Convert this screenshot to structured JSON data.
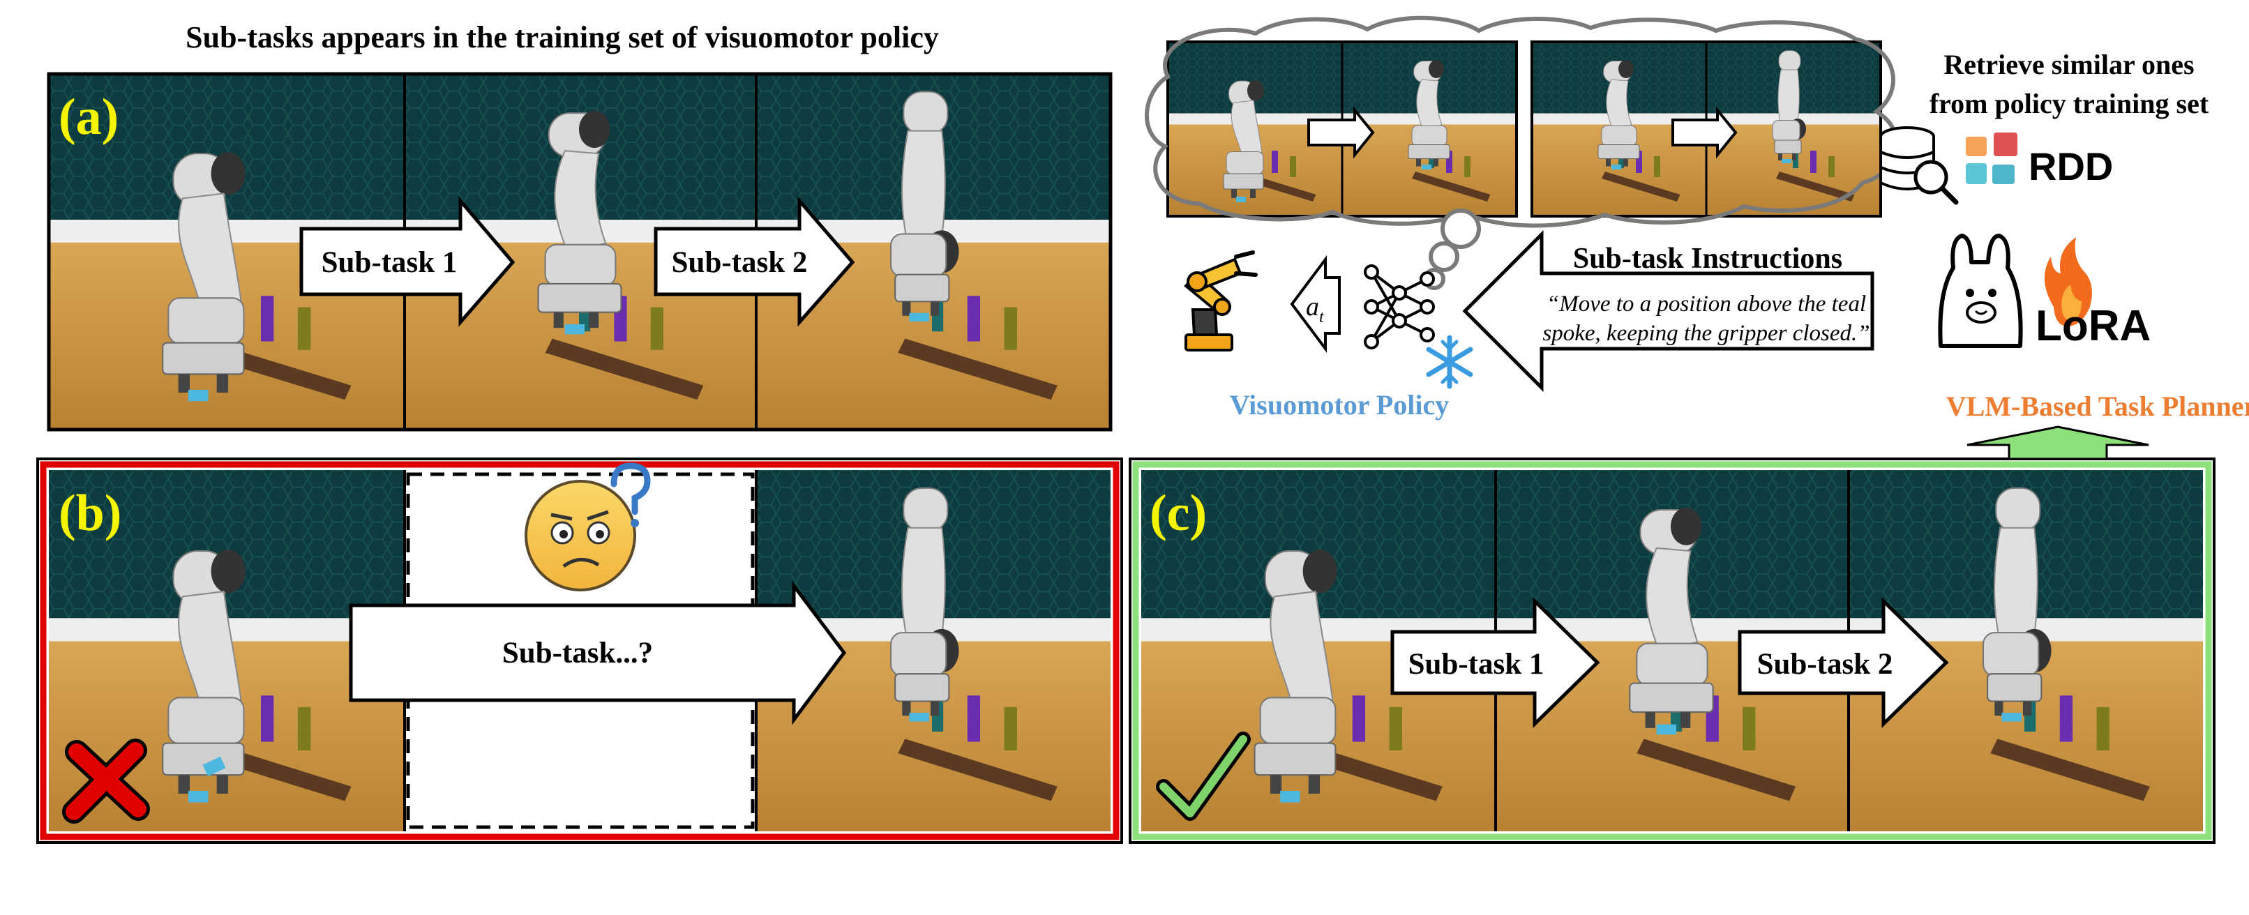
{
  "top_title": "Sub-tasks appears in the training set of visuomotor policy",
  "panel_labels": {
    "a": "(a)",
    "b": "(b)",
    "c": "(c)"
  },
  "arrows": {
    "a1": "Sub-task 1",
    "a2": "Sub-task 2",
    "b": "Sub-task...?",
    "c1": "Sub-task 1",
    "c2": "Sub-task 2"
  },
  "retrieve": {
    "line1": "Retrieve similar ones",
    "line2": "from policy training set",
    "badge": "RDD"
  },
  "instructions": {
    "title": "Sub-task Instructions",
    "quote_line1": "“Move to a position above the teal",
    "quote_line2": "spoke, keeping the gripper closed.”"
  },
  "action_symbol": {
    "main": "a",
    "sub": "t"
  },
  "policy_label": "Visuomotor Policy",
  "lora_label": "LoRA",
  "planner_label": "VLM-Based Task Planner",
  "colors": {
    "label_yellow": "#f5f500",
    "policy_blue": "#5b9bd5",
    "planner_orange": "#ed7d31",
    "fail_red": "#e00000",
    "success_green": "#8ee07a",
    "wall_teal": "#0e3b3f",
    "table_wood": "#c8953f"
  }
}
